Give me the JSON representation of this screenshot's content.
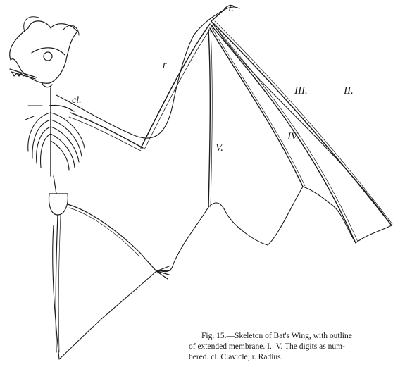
{
  "figure": {
    "digit_labels": {
      "d1": "I.",
      "d2": "II.",
      "d3": "III.",
      "d4": "IV.",
      "d5": "V."
    },
    "bone_labels": {
      "radius": "r",
      "clavicle": "cl."
    },
    "caption": {
      "line1": "Fig. 15.—Skeleton of Bat's Wing, with outline",
      "line2": "of extended membrane.  I.–V. The digits as num-",
      "line3": "bered.   cl. Clavicle;  r. Radius."
    }
  }
}
